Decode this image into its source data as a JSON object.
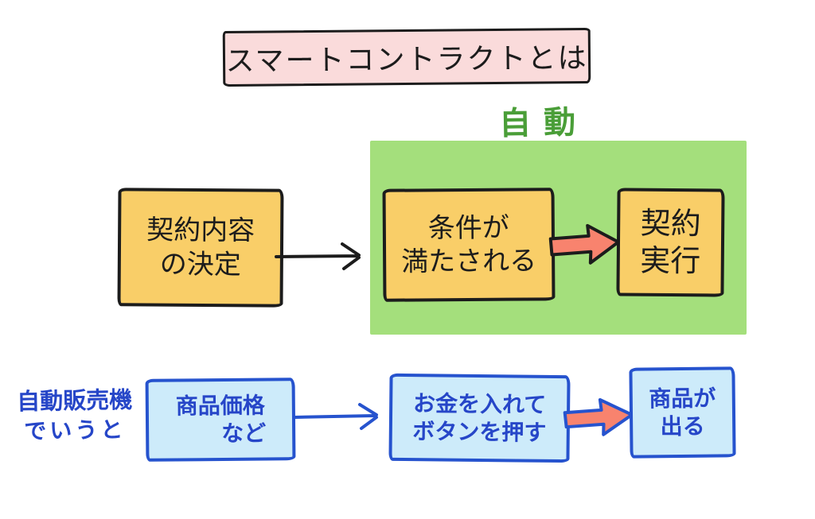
{
  "title": {
    "text": "スマートコントラクトとは"
  },
  "auto_label": "自動",
  "top_flow": {
    "decision_box": {
      "line1": "契約内容",
      "line2": "の決定"
    },
    "condition_box": {
      "line1": "条件が",
      "line2": "満たされる"
    },
    "execution_box": {
      "line1": "契約",
      "line2": "実行"
    }
  },
  "bottom_flow": {
    "context_label": {
      "line1": "自動販売機",
      "line2": "でいうと"
    },
    "price_box": {
      "line1": "商品価格",
      "line2": "など"
    },
    "insert_box": {
      "line1": "お金を入れて",
      "line2": "ボタンを押す"
    },
    "dispense_box": {
      "line1": "商品が",
      "line2": "出る"
    }
  },
  "colors": {
    "title_box_fill": "#fadbdb",
    "auto_text_green": "#4a9e38",
    "green_panel": "#a4df7c",
    "orange_box_fill": "#f9ce68",
    "blue_box_fill": "#cdebfa",
    "blue_border": "#2653ce",
    "blue_text": "#2646c8",
    "arrow_salmon": "#f8836e",
    "ink": "#1c1c1c",
    "background": "#ffffff"
  }
}
